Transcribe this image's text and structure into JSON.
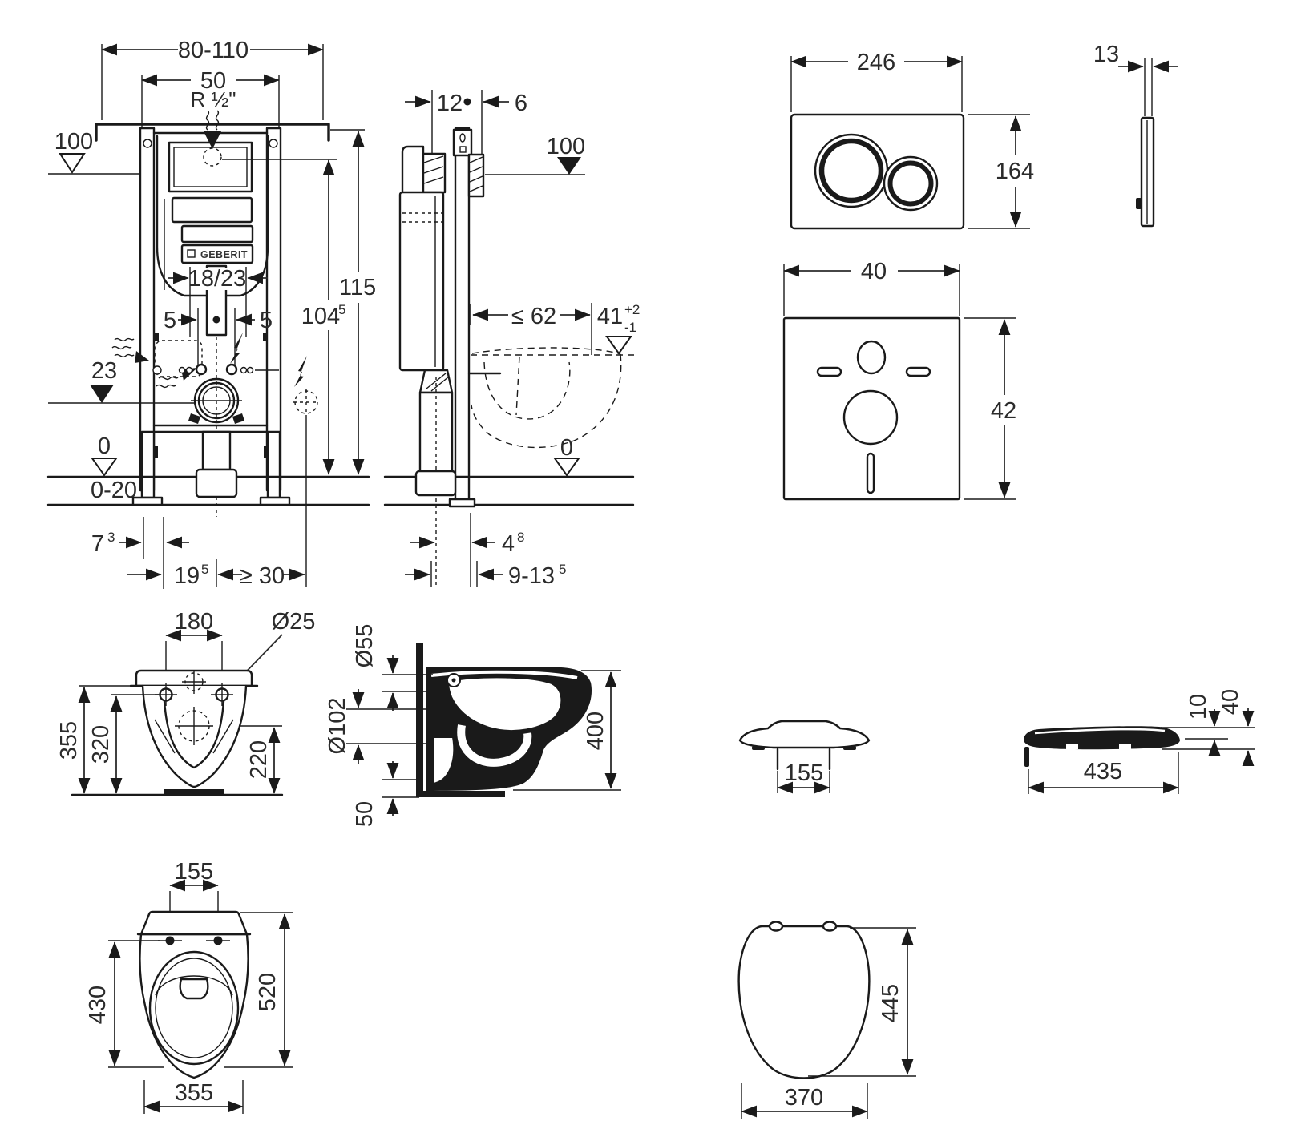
{
  "page": {
    "background": "#ffffff",
    "line_color": "#1a1a1a",
    "text_color": "#2b2b2b"
  },
  "views": {
    "frame_front": {
      "labels": {
        "width_range": "80-110",
        "top_width": "50",
        "water_supply": "R ½\"",
        "level_top": "100",
        "total_height": "115",
        "conn_height": "104",
        "conn_height_sup": "5",
        "bend_size": "18/23",
        "offset_left": "5",
        "offset_right": "5",
        "level_drain": "23",
        "level_floor": "0",
        "floor_range": "0-20",
        "front_offset": "7",
        "front_offset_sup": "3",
        "rail_offset": "19",
        "rail_offset_sup": "5",
        "side_min": "≥ 30",
        "brand": "GEBERIT"
      }
    },
    "frame_side": {
      "labels": {
        "rail_depth": "12",
        "gap": "6",
        "level_top": "100",
        "bowl_depth_max": "≤ 62",
        "bowl_height": "41",
        "bowl_tol_plus": "+2",
        "bowl_tol_minus": "-1",
        "level_floor": "0",
        "outlet_offset": "4",
        "outlet_offset_sup": "8",
        "outlet_range": "9-13",
        "outlet_range_sup": "5"
      }
    },
    "flush_plate_front": {
      "labels": {
        "width": "246",
        "height": "164"
      }
    },
    "flush_plate_side": {
      "labels": {
        "thickness": "13"
      }
    },
    "sound_pad": {
      "labels": {
        "width": "40",
        "height": "42"
      }
    },
    "bowl_front": {
      "labels": {
        "hole_spacing": "180",
        "hole_diameter": "Ø25",
        "height_total": "355",
        "height_holes": "320",
        "height_outlet": "220"
      }
    },
    "bowl_side": {
      "labels": {
        "inlet_diameter": "Ø55",
        "outlet_diameter": "Ø102",
        "depth": "400",
        "wall_gap": "50"
      }
    },
    "seat_front": {
      "labels": {
        "hinge_spacing": "155"
      }
    },
    "seat_side": {
      "labels": {
        "thickness": "10",
        "height": "40",
        "length": "435"
      }
    },
    "bowl_top": {
      "labels": {
        "hole_spacing": "155",
        "inner_length": "430",
        "length": "520",
        "width": "355"
      }
    },
    "seat_top": {
      "labels": {
        "length": "445",
        "width": "370"
      }
    }
  }
}
